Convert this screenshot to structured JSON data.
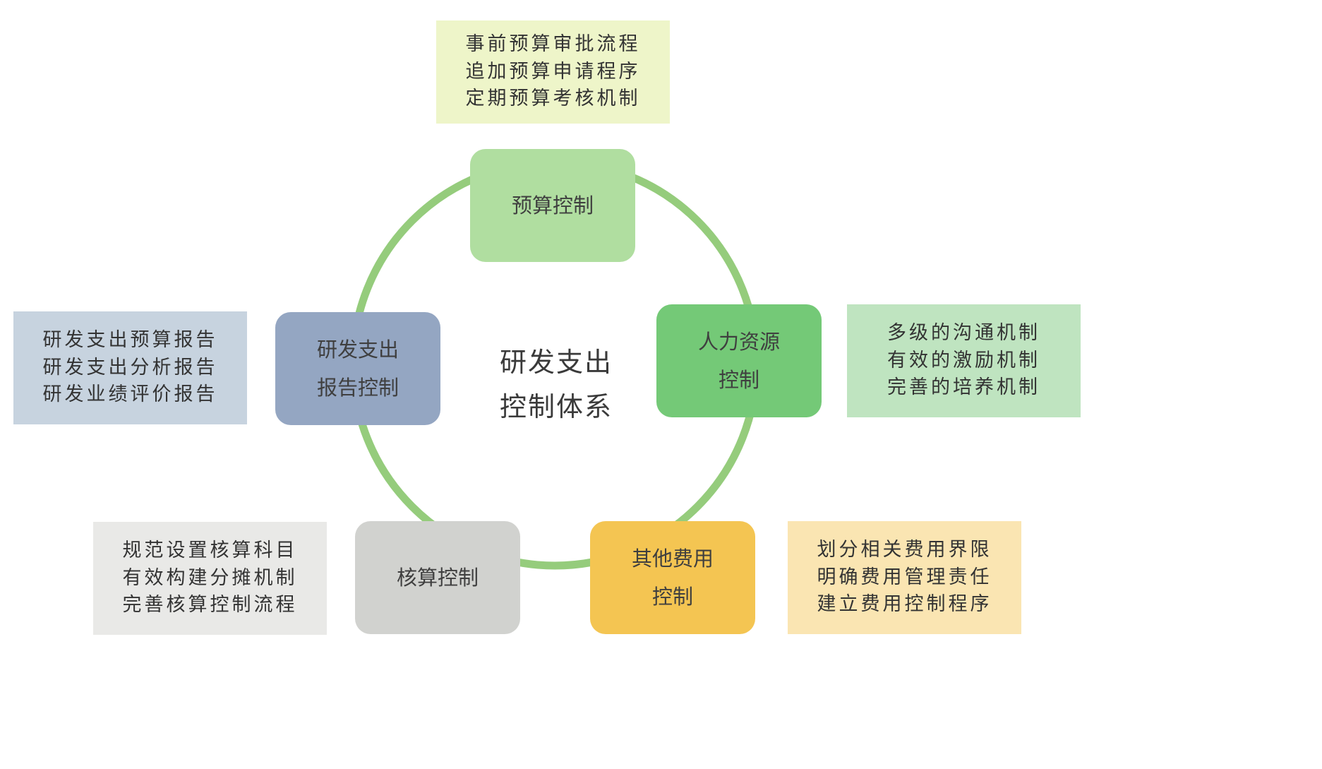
{
  "center": {
    "lines": [
      "研发支出",
      "控制体系"
    ]
  },
  "colors": {
    "ring": "#95cc7c",
    "budget": "#b0dea0",
    "hr": "#74c977",
    "other": "#f4c552",
    "accounting": "#d1d2cf",
    "report": "#94a6c2",
    "budget_note": "#eef5c9",
    "hr_note": "#bfe4c0",
    "other_note": "#fae5b2",
    "accounting_note": "#e9e9e7",
    "report_note": "#c7d3df"
  },
  "nodes": {
    "budget": {
      "lines": [
        "预算控制"
      ]
    },
    "hr": {
      "lines": [
        "人力资源",
        "控制"
      ]
    },
    "other": {
      "lines": [
        "其他费用",
        "控制"
      ]
    },
    "accounting": {
      "lines": [
        "核算控制"
      ]
    },
    "report": {
      "lines": [
        "研发支出",
        "报告控制"
      ]
    }
  },
  "notes": {
    "budget": {
      "lines": [
        "事前预算审批流程",
        "追加预算申请程序",
        "定期预算考核机制"
      ]
    },
    "hr": {
      "lines": [
        "多级的沟通机制",
        "有效的激励机制",
        "完善的培养机制"
      ]
    },
    "other": {
      "lines": [
        "划分相关费用界限",
        "明确费用管理责任",
        "建立费用控制程序"
      ]
    },
    "accounting": {
      "lines": [
        "规范设置核算科目",
        "有效构建分摊机制",
        "完善核算控制流程"
      ]
    },
    "report": {
      "lines": [
        "研发支出预算报告",
        "研发支出分析报告",
        "研发业绩评价报告"
      ]
    }
  }
}
